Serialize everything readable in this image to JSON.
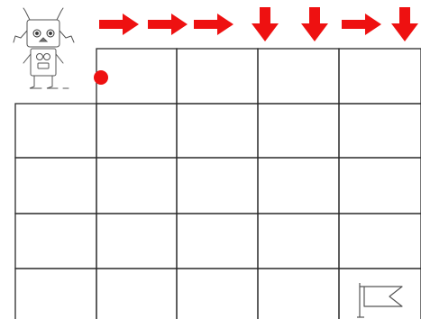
{
  "puzzle": {
    "robot_icon": "robot-icon",
    "start_marker_icon": "red-dot-icon",
    "goal_icon": "flag-icon",
    "grid": {
      "columns": 5,
      "rows": 5,
      "missing_cells": [
        [
          0,
          0
        ]
      ]
    },
    "instructions": [
      {
        "direction": "right",
        "icon": "arrow-right-icon"
      },
      {
        "direction": "right",
        "icon": "arrow-right-icon"
      },
      {
        "direction": "right",
        "icon": "arrow-right-icon"
      },
      {
        "direction": "down",
        "icon": "arrow-down-icon"
      },
      {
        "direction": "down",
        "icon": "arrow-down-icon"
      },
      {
        "direction": "right",
        "icon": "arrow-right-icon"
      },
      {
        "direction": "down",
        "icon": "arrow-down-icon"
      }
    ]
  },
  "colors": {
    "arrow": "#ee1111",
    "start_dot": "#ee1111",
    "grid_line": "#2a2a2a",
    "drawing_line": "#555555"
  }
}
